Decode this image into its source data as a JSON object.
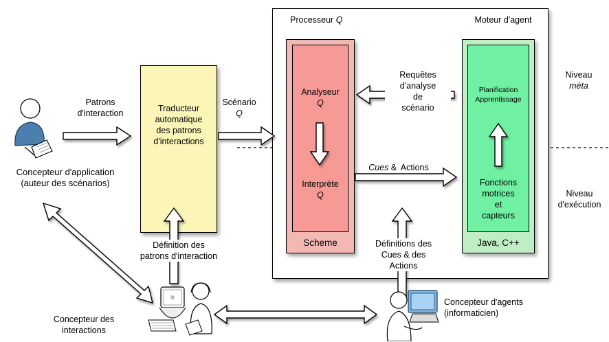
{
  "labels": {
    "processeur": "Processeur",
    "processeur_q": "Q",
    "moteur": "Moteur d'agent",
    "niveau_meta_1": "Niveau",
    "niveau_meta_2": "méta",
    "niveau_exec_1": "Niveau",
    "niveau_exec_2": "d'exécution",
    "patrons_1": "Patrons",
    "patrons_2": "d'interaction",
    "traducteur_1": "Traducteur",
    "traducteur_2": "automatique",
    "traducteur_3": "des patrons",
    "traducteur_4": "d'interactions",
    "scenario_1": "Scénario",
    "scenario_2": "Q",
    "analyseur_1": "Analyseur",
    "analyseur_2": "Q",
    "interprete_1": "Interprète",
    "interprete_2": "Q",
    "scheme": "Scheme",
    "requetes_1": "Requêtes",
    "requetes_2": "d'analyse",
    "requetes_3": "de",
    "requetes_4": "scénario",
    "planification_1": "Planification",
    "planification_2": "Apprentissage",
    "fonctions_1": "Fonctions",
    "fonctions_2": "motrices",
    "fonctions_3": "et",
    "fonctions_4": "capteurs",
    "java": "Java, C++",
    "cues_1": "Cues",
    "cues_amp": " &",
    "cues_2": "Actions",
    "concepteur_app_1": "Concepteur d'application",
    "concepteur_app_2": "(auteur des scénarios)",
    "definition_patrons_1": "Définition des",
    "definition_patrons_2": "patrons d'interaction",
    "definitions_cues_1": "Définitions des",
    "definitions_cues_2": "Cues & des",
    "definitions_cues_3": "Actions",
    "concepteur_interactions_1": "Concepteur des",
    "concepteur_interactions_2": "interactions",
    "concepteur_agents_1": "Concepteur d'agents",
    "concepteur_agents_2": "(informaticien)"
  },
  "colors": {
    "traducteur_fill": "#fbf6b8",
    "scheme_fill": "#f4b8b4",
    "analyseur_fill": "#f79a95",
    "java_fill": "#bfeec4",
    "moteur_fill": "#6ff0a2",
    "person_blue": "#4d7fae",
    "screen_blue": "#7fb8e8"
  }
}
